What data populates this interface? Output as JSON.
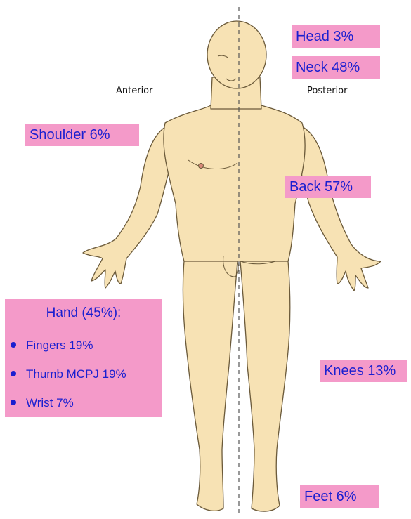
{
  "views": {
    "anterior": "Anterior",
    "posterior": "Posterior"
  },
  "regions": {
    "head": "Head 3%",
    "neck": "Neck 48%",
    "shoulder": "Shoulder 6%",
    "back": "Back 57%",
    "knees": "Knees 13%",
    "feet": "Feet 6%"
  },
  "hand": {
    "title": "Hand (45%):",
    "items": [
      "Fingers 19%",
      "Thumb MCPJ 19%",
      "Wrist 7%"
    ]
  },
  "colors": {
    "skin": "#f7e2b4",
    "skin_shadow": "#efd29c",
    "outline": "#6b5a3a",
    "label_bg": "#f49ac9",
    "label_text": "#1a1fd0"
  }
}
